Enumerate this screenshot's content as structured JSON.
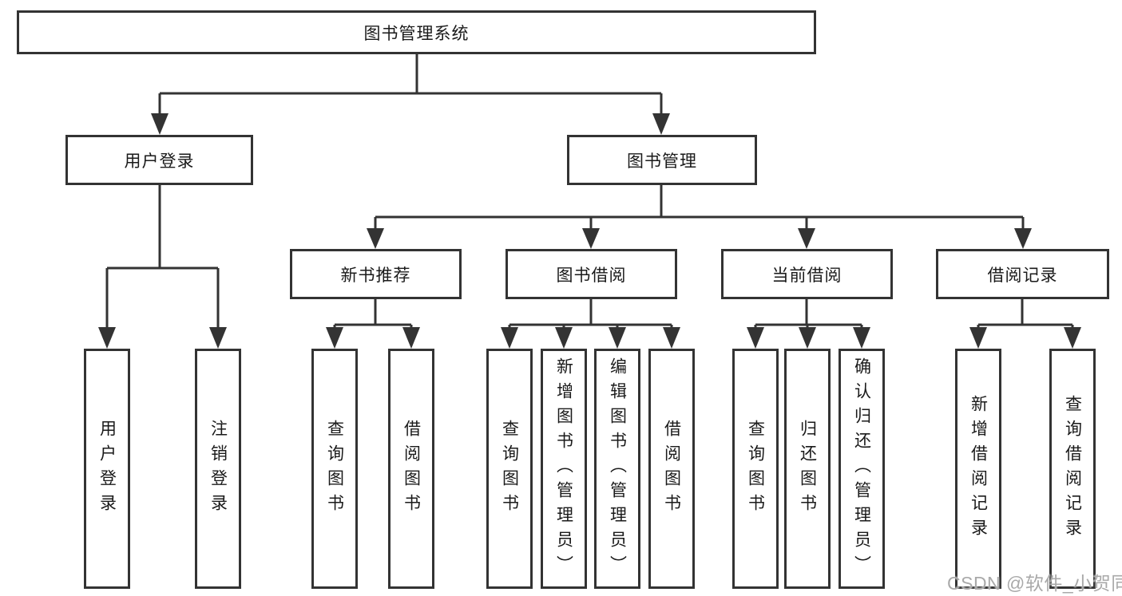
{
  "diagram": {
    "title": "图书管理系统",
    "level2": [
      {
        "label": "用户登录"
      },
      {
        "label": "图书管理"
      }
    ],
    "level3": [
      {
        "label": "新书推荐"
      },
      {
        "label": "图书借阅"
      },
      {
        "label": "当前借阅"
      },
      {
        "label": "借阅记录"
      }
    ],
    "leaves": [
      {
        "label": "用户登录"
      },
      {
        "label": "注销登录"
      },
      {
        "label": "查询图书"
      },
      {
        "label": "借阅图书"
      },
      {
        "label": "查询图书"
      },
      {
        "label": "新增图书（管理员）"
      },
      {
        "label": "编辑图书（管理员）"
      },
      {
        "label": "借阅图书"
      },
      {
        "label": "查询图书"
      },
      {
        "label": "归还图书"
      },
      {
        "label": "确认归还（管理员）"
      },
      {
        "label": "新增借阅记录"
      },
      {
        "label": "查询借阅记录"
      }
    ],
    "watermark": "CSDN @软件_小贺同学",
    "colors": {
      "line": "#333333",
      "box_border": "#333333",
      "text": "#1a1a1a",
      "watermark": "#a9a9a9",
      "background": "#ffffff"
    }
  }
}
